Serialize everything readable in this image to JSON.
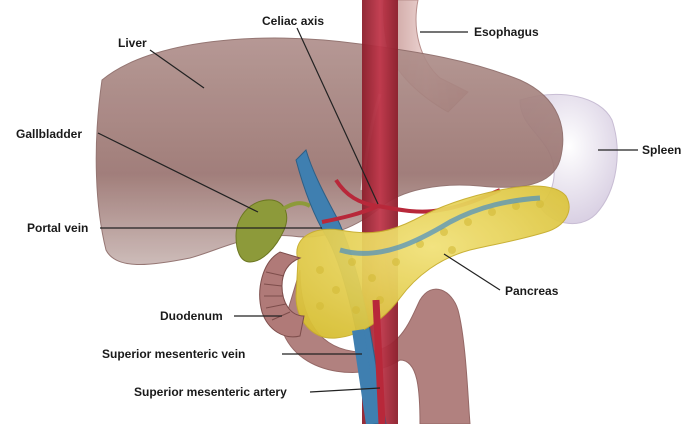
{
  "labels": {
    "liver": "Liver",
    "celiac_axis": "Celiac axis",
    "esophagus": "Esophagus",
    "gallbladder": "Gallbladder",
    "spleen": "Spleen",
    "portal_vein": "Portal vein",
    "pancreas": "Pancreas",
    "duodenum": "Duodenum",
    "superior_mesenteric_vein": "Superior mesenteric vein",
    "superior_mesenteric_artery": "Superior mesenteric artery"
  },
  "colors": {
    "liver": "#a07c78",
    "liver_shadow": "#7f5e5b",
    "pancreas": "#e3cf4a",
    "pancreas_light": "#f0e27a",
    "spleen": "#e8e1ef",
    "gallbladder": "#8d9a3a",
    "duodenum": "#b07a78",
    "vein_blue": "#3f7fb0",
    "artery_red": "#b8283a",
    "esophagus": "#d6b0ad",
    "leader": "#222222"
  }
}
